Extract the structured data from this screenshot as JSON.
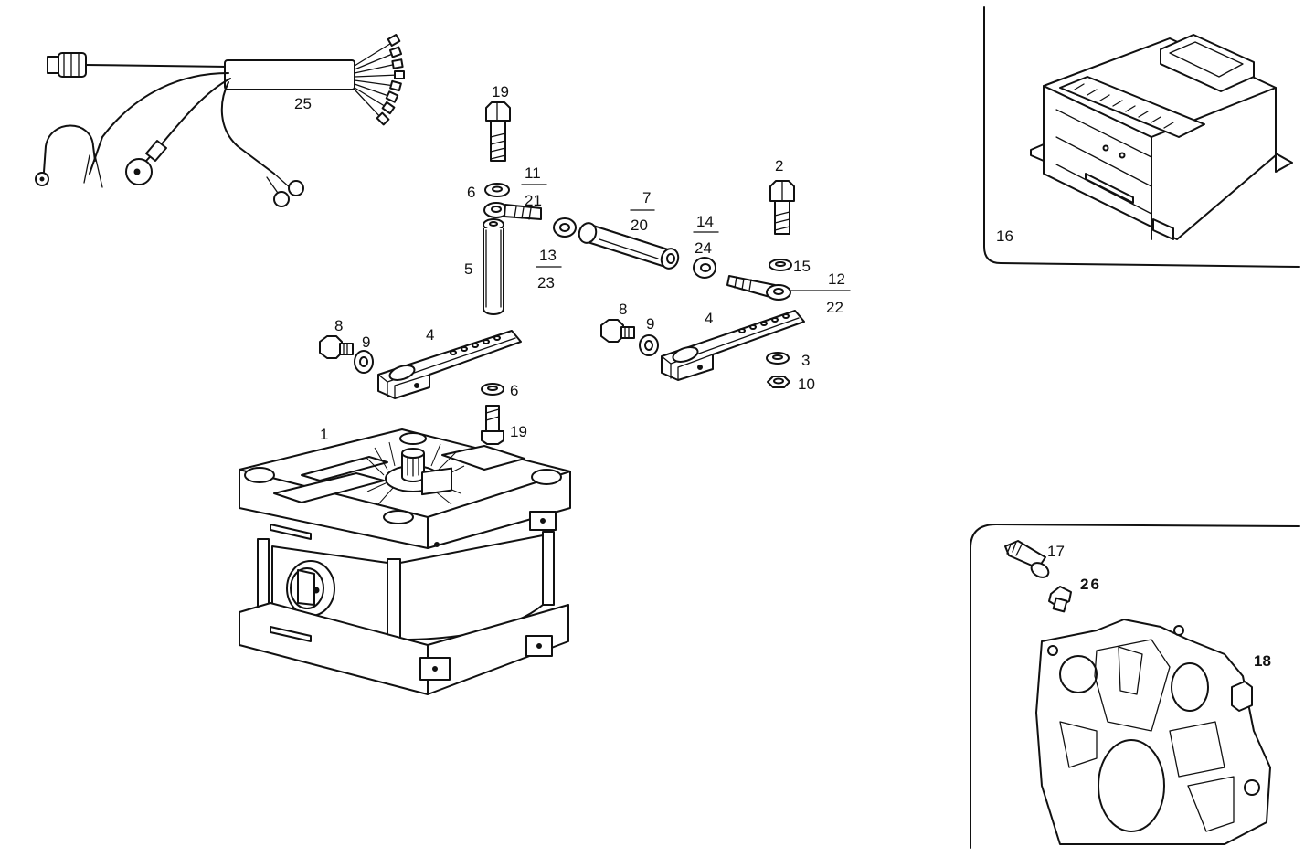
{
  "page": {
    "background": "#ffffff",
    "ink": "#111111"
  },
  "labels": {
    "l1": "1",
    "l2": "2",
    "l3": "3",
    "l4a": "4",
    "l4b": "4",
    "l5": "5",
    "l6a": "6",
    "l6b": "6",
    "l7": "7",
    "l8a": "8",
    "l8b": "8",
    "l9a": "9",
    "l9b": "9",
    "l10": "10",
    "l11": "11",
    "l12": "12",
    "l13": "13",
    "l14": "14",
    "l15": "15",
    "l16": "16",
    "l17": "17",
    "l18": "18",
    "l19a": "19",
    "l19b": "19",
    "l20": "20",
    "l21": "21",
    "l22": "22",
    "l23": "23",
    "l24": "24",
    "l25": "25",
    "l26": "26"
  }
}
